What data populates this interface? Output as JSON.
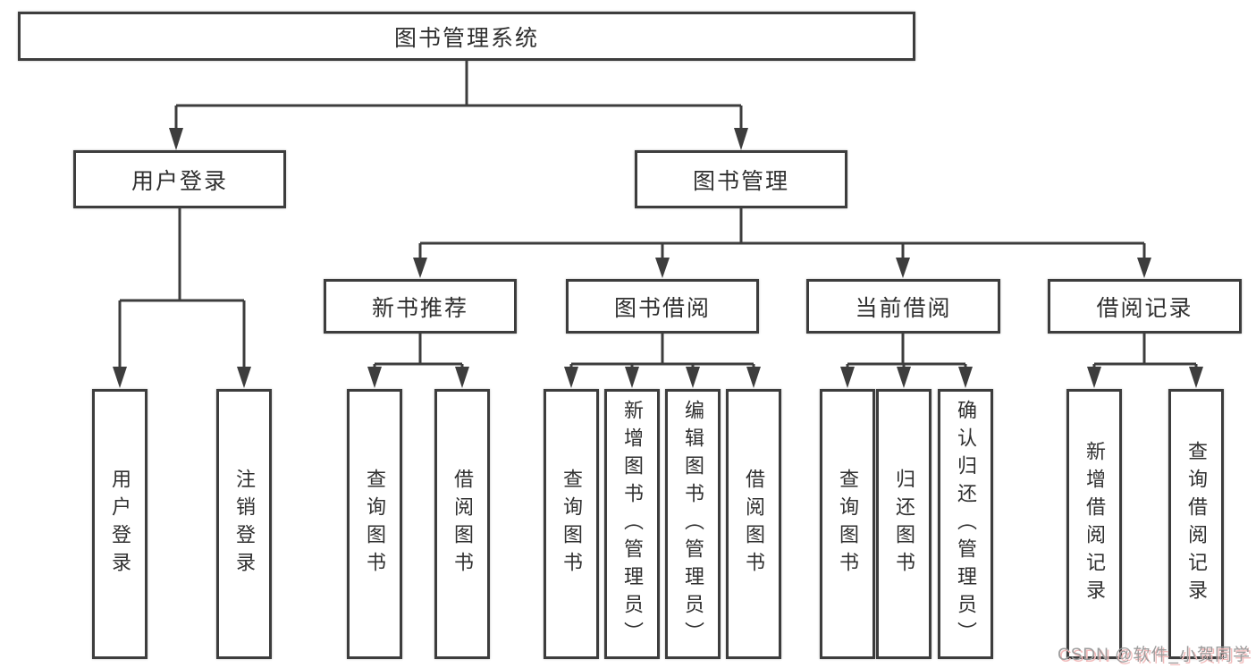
{
  "diagram_title": "图书管理系统",
  "nodes": {
    "root": {
      "label": "图书管理系统"
    },
    "userLogin": {
      "label": "用户登录"
    },
    "bookManagement": {
      "label": "图书管理"
    },
    "newBookRecommend": {
      "label": "新书推荐"
    },
    "bookBorrow": {
      "label": "图书借阅"
    },
    "currentBorrow": {
      "label": "当前借阅"
    },
    "borrowRecord": {
      "label": "借阅记录"
    },
    "leafUserLogin": {
      "label": "用户登录"
    },
    "leafLogoutLogin": {
      "label": "注销登录"
    },
    "leafQueryBookRec": {
      "label": "查询图书"
    },
    "leafBorrowBookRec": {
      "label": "借阅图书"
    },
    "leafQueryBookBorrow": {
      "label": "查询图书"
    },
    "leafAddBookAdmin": {
      "label": "新增图书（管理员）"
    },
    "leafEditBookAdmin": {
      "label": "编辑图书（管理员）"
    },
    "leafBorrowBookBorrow": {
      "label": "借阅图书"
    },
    "leafQueryBookCurrent": {
      "label": "查询图书"
    },
    "leafReturnBook": {
      "label": "归还图书"
    },
    "leafConfirmReturnAdmin": {
      "label": "确认归还（管理员）"
    },
    "leafAddBorrowRecord": {
      "label": "新增借阅记录"
    },
    "leafQueryBorrowRecord": {
      "label": "查询借阅记录"
    }
  },
  "hierarchy": {
    "root": "图书管理系统",
    "children": [
      {
        "label": "用户登录",
        "children": [
          "用户登录",
          "注销登录"
        ]
      },
      {
        "label": "图书管理",
        "children": [
          {
            "label": "新书推荐",
            "children": [
              "查询图书",
              "借阅图书"
            ]
          },
          {
            "label": "图书借阅",
            "children": [
              "查询图书",
              "新增图书（管理员）",
              "编辑图书（管理员）",
              "借阅图书"
            ]
          },
          {
            "label": "当前借阅",
            "children": [
              "查询图书",
              "归还图书",
              "确认归还（管理员）"
            ]
          },
          {
            "label": "借阅记录",
            "children": [
              "新增借阅记录",
              "查询借阅记录"
            ]
          }
        ]
      }
    ]
  },
  "watermark": {
    "text": "CSDN @软件_小贺同学"
  },
  "colors": {
    "line": "#3d3d3d",
    "text": "#303030",
    "background": "#ffffff",
    "watermark_text": "#9c9c9c",
    "watermark_shadow": "#f2bcbc"
  }
}
